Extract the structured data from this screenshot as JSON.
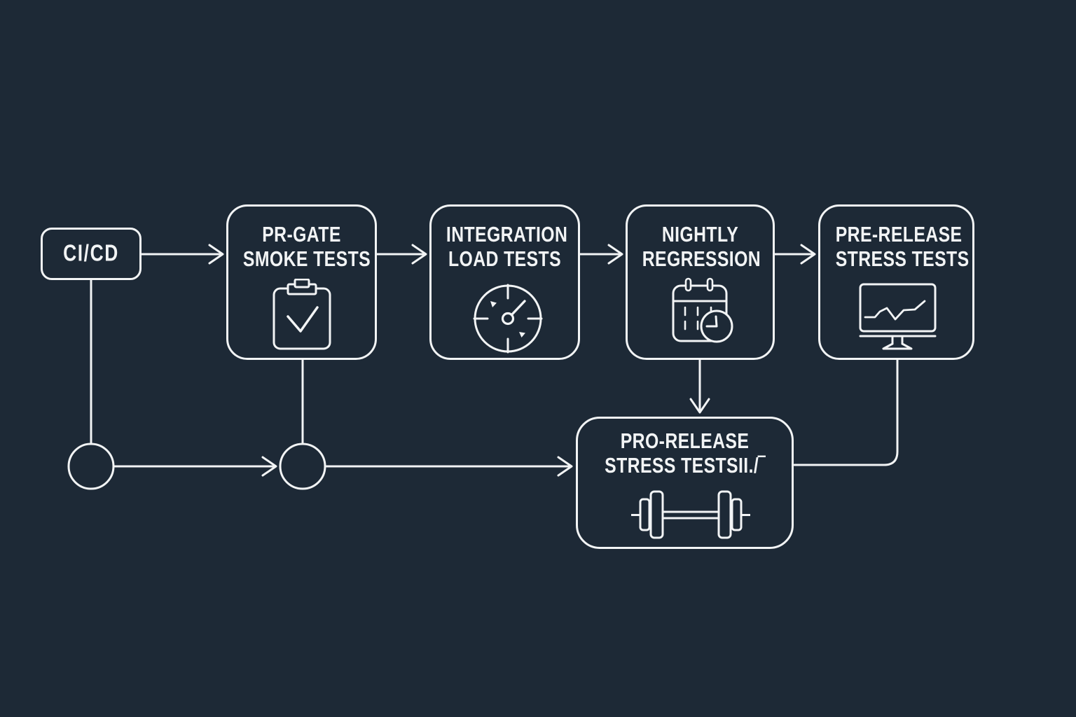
{
  "colors": {
    "background": "#1d2936",
    "line": "#f2f4f5",
    "text": "#f2f4f5"
  },
  "diagram_title": "",
  "nodes": {
    "cicd": {
      "label": "CI/CD"
    },
    "pr_gate": {
      "line1": "PR-GATE",
      "line2": "SMOKE TESTS",
      "icon": "clipboard-check-icon"
    },
    "integration": {
      "line1": "INTEGRATION",
      "line2": "LOAD TESTS",
      "icon": "gauge-icon"
    },
    "nightly": {
      "line1": "NIGHTLY",
      "line2": "REGRESSION",
      "icon": "calendar-clock-icon"
    },
    "pre_release": {
      "line1": "PRE-RELEASE",
      "line2": "STRESS TESTS",
      "icon": "monitor-chart-icon"
    },
    "pro_release": {
      "line1": "PRO-RELEASE",
      "line2": "STRESS TESTSII./‾",
      "icon": "dumbbell-icon"
    }
  }
}
